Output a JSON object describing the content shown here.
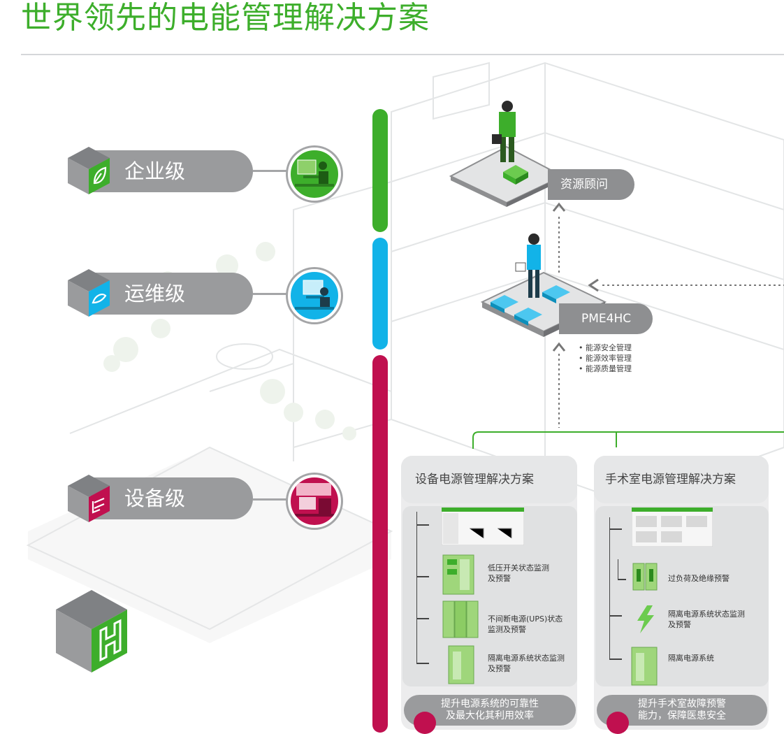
{
  "page": {
    "title": "世界领先的电能管理解决方案"
  },
  "colors": {
    "green": "#3dae2b",
    "cyan": "#12b3e8",
    "magenta": "#c0104f",
    "grey": "#9a9b9d"
  },
  "levels": [
    {
      "label": "企业级",
      "icon": "leaf-icon"
    },
    {
      "label": "运维级",
      "icon": "wrench-leaf-icon"
    },
    {
      "label": "设备级",
      "icon": "plug-icon"
    }
  ],
  "platforms": {
    "top": {
      "label": "资源顾问"
    },
    "mid": {
      "label": "PME4HC",
      "bullets": [
        "• 能源安全管理",
        "• 能源效率管理",
        "• 能源质量管理"
      ]
    }
  },
  "solutions": [
    {
      "title": "设备电源管理解决方案",
      "items": [
        "低压开关状态监测及预警",
        "不间断电源(UPS)状态监测及预警",
        "隔离电源系统状态监测及预警"
      ],
      "footer": [
        "提升电源系统的可靠性",
        "及最大化其利用效率"
      ]
    },
    {
      "title": "手术室电源管理解决方案",
      "items": [
        "过负荷及绝缘预警",
        "隔离电源系统状态监测及预警",
        "隔离电源系统"
      ],
      "footer": [
        "提升手术室故障预警",
        "能力，保障医患安全"
      ]
    }
  ]
}
